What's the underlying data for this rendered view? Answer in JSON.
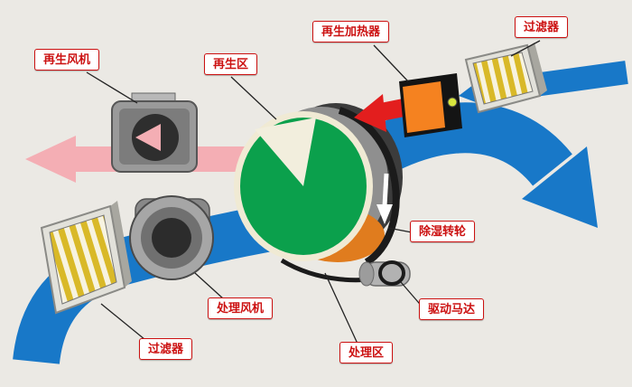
{
  "diagram": {
    "type": "desiccant-wheel-dehumidifier-schematic",
    "labels": {
      "regen_fan": "再生风机",
      "regen_zone": "再生区",
      "regen_heater": "再生加热器",
      "filter_top": "过滤器",
      "desiccant_wheel": "除湿转轮",
      "drive_motor": "驱动马达",
      "process_zone": "处理区",
      "process_fan": "处理风机",
      "filter_bottom": "过滤器"
    },
    "colors": {
      "background": "#ebe9e4",
      "label_border": "#cc1111",
      "label_text": "#cc1111",
      "process_air_blue": "#1878c8",
      "regen_exhaust_pink": "#f4aeb4",
      "hot_air_red": "#e31e1e",
      "wheel_green": "#0ba04c",
      "wheel_rim_gray": "#8f8f8f",
      "wheel_orange_segment": "#e07c1e",
      "heater_orange": "#f58220",
      "heater_indicator": "#d8e63e",
      "filter_gold": "#d9b928",
      "fan_gray": "#9a9a9a",
      "belt_black": "#1b1b1b"
    }
  }
}
